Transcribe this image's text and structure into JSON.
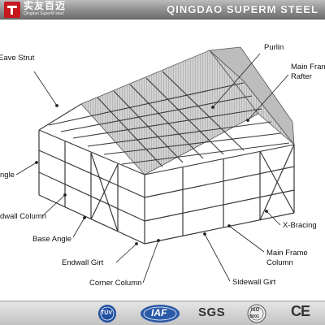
{
  "header": {
    "brand_cn": "实友百迈",
    "brand_en": "Qingdao SuperM steel",
    "company": "QINGDAO SUPERM STEEL"
  },
  "diagram": {
    "labels": {
      "eave_strut": "Eave Strut",
      "purlin": "Purlin",
      "main_frame_rafter_1": "Main Frame",
      "main_frame_rafter_2": "Rafter",
      "angle": "ngle",
      "endwall_column": "dwall Column",
      "base_angle": "Base Angle",
      "x_bracing": "X-Bracing",
      "main_frame_column_1": "Main Frame",
      "main_frame_column_2": "Column",
      "endwall_girt": "Endwall Girt",
      "corner_column": "Corner Column",
      "sidewall_girt": "Sidewall Girt"
    }
  },
  "certifications": {
    "tuv": "TÜV",
    "iaf": "IAF",
    "sgs": "SGS",
    "iso": "ISO",
    "iso_num": "9001",
    "ce": "CE"
  },
  "colors": {
    "header": "#8e8e8e",
    "steel_line": "#3a3a3a",
    "roof_fill": "#cfcfcf",
    "iaf_blue": "#2a5aa8",
    "tuv_blue": "#1f4fa0"
  }
}
